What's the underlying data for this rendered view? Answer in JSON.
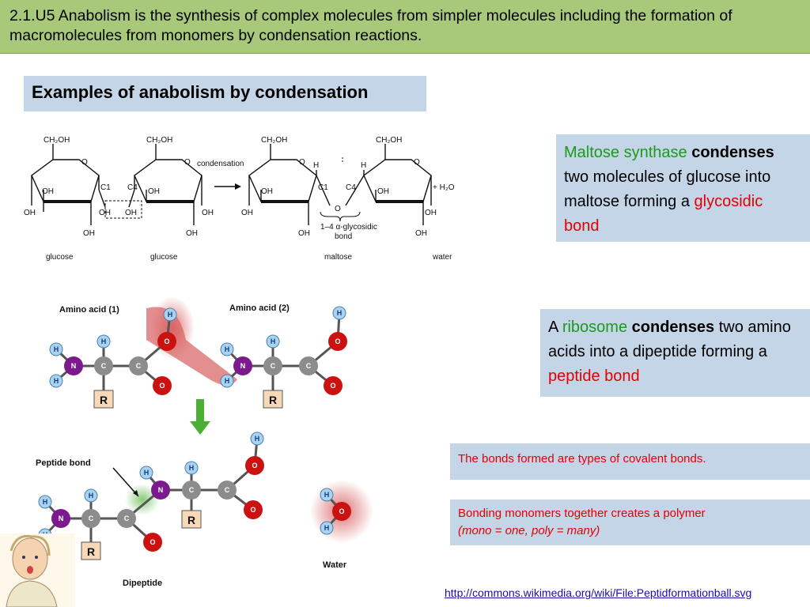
{
  "banner": {
    "text": "2.1.U5 Anabolism is the synthesis of complex molecules from simpler molecules including the formation of macromolecules from monomers by condensation reactions."
  },
  "section_title": "Examples of anabolism by condensation",
  "maltose_diagram": {
    "ch2oh": "CH₂OH",
    "oh": "OH",
    "o": "O",
    "h": "H",
    "c1": "C1",
    "c4": "C4",
    "condensation": "condensation",
    "plus_water": "+ H₂O",
    "bond_label_line1": "1–4 α-glycosidic",
    "bond_label_line2": "bond",
    "captions": [
      "glucose",
      "glucose",
      "maltose",
      "water"
    ]
  },
  "peptide_diagram": {
    "amino_acid_1": "Amino acid (1)",
    "amino_acid_2": "Amino acid (2)",
    "peptide_bond": "Peptide bond",
    "dipeptide": "Dipeptide",
    "water": "Water",
    "atoms": {
      "h": "H",
      "n": "N",
      "c": "C",
      "o": "O",
      "r": "R"
    }
  },
  "maltose_box": {
    "enzyme": "Maltose synthase",
    "verb": "condenses",
    "middle": "two molecules of glucose into maltose forming a",
    "bond": "glycosidic bond"
  },
  "ribosome_box": {
    "prefix": "A",
    "enzyme": "ribosome",
    "verb": "condenses",
    "middle": "two amino acids into a dipeptide forming a",
    "bond": "peptide bond"
  },
  "covalent_box": {
    "text": "The bonds formed are types of covalent bonds."
  },
  "polymer_box": {
    "line1": "Bonding monomers together creates a polymer",
    "line2": "(mono = one, poly = many)"
  },
  "source_link": "http://commons.wikimedia.org/wiki/File:Peptidformationball.svg",
  "colors": {
    "banner_bg": "#a8c97a",
    "box_bg": "#c5d5e8",
    "green_text": "#1a9a1a",
    "red_text": "#e30000",
    "nitrogen": "#7a1a8c",
    "oxygen": "#cc1111",
    "carbon": "#8c8c8c",
    "hydrogen": "#a8d4f2",
    "r_group": "#f7d9b8",
    "arrow_green": "#4caf35"
  },
  "icons": [
    "down-arrow-icon",
    "condensation-arrow-icon",
    "character-illustration"
  ]
}
